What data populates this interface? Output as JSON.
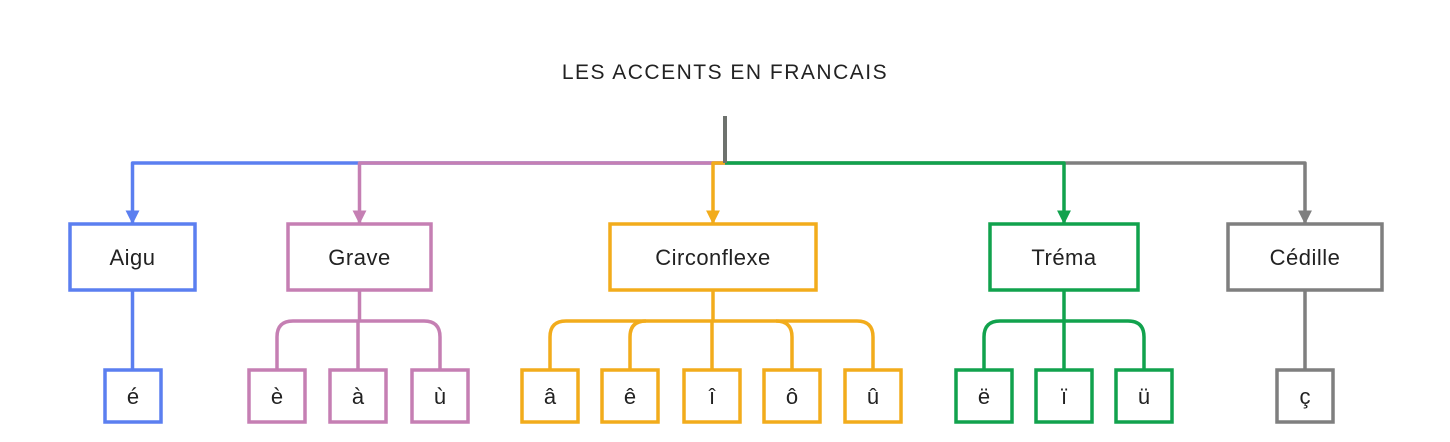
{
  "title": "LES ACCENTS EN FRANCAIS",
  "categories": [
    {
      "label": "Aigu",
      "color": "#5b7ff0",
      "letters": [
        "é"
      ]
    },
    {
      "label": "Grave",
      "color": "#c57fb3",
      "letters": [
        "è",
        "à",
        "ù"
      ]
    },
    {
      "label": "Circonflexe",
      "color": "#f2ac1c",
      "letters": [
        "â",
        "ê",
        "î",
        "ô",
        "û"
      ]
    },
    {
      "label": "Tréma",
      "color": "#11a24d",
      "letters": [
        "ë",
        "ï",
        "ü"
      ]
    },
    {
      "label": "Cédille",
      "color": "#7f7f7f",
      "letters": [
        "ç"
      ]
    }
  ],
  "root_color": "#6e726e"
}
